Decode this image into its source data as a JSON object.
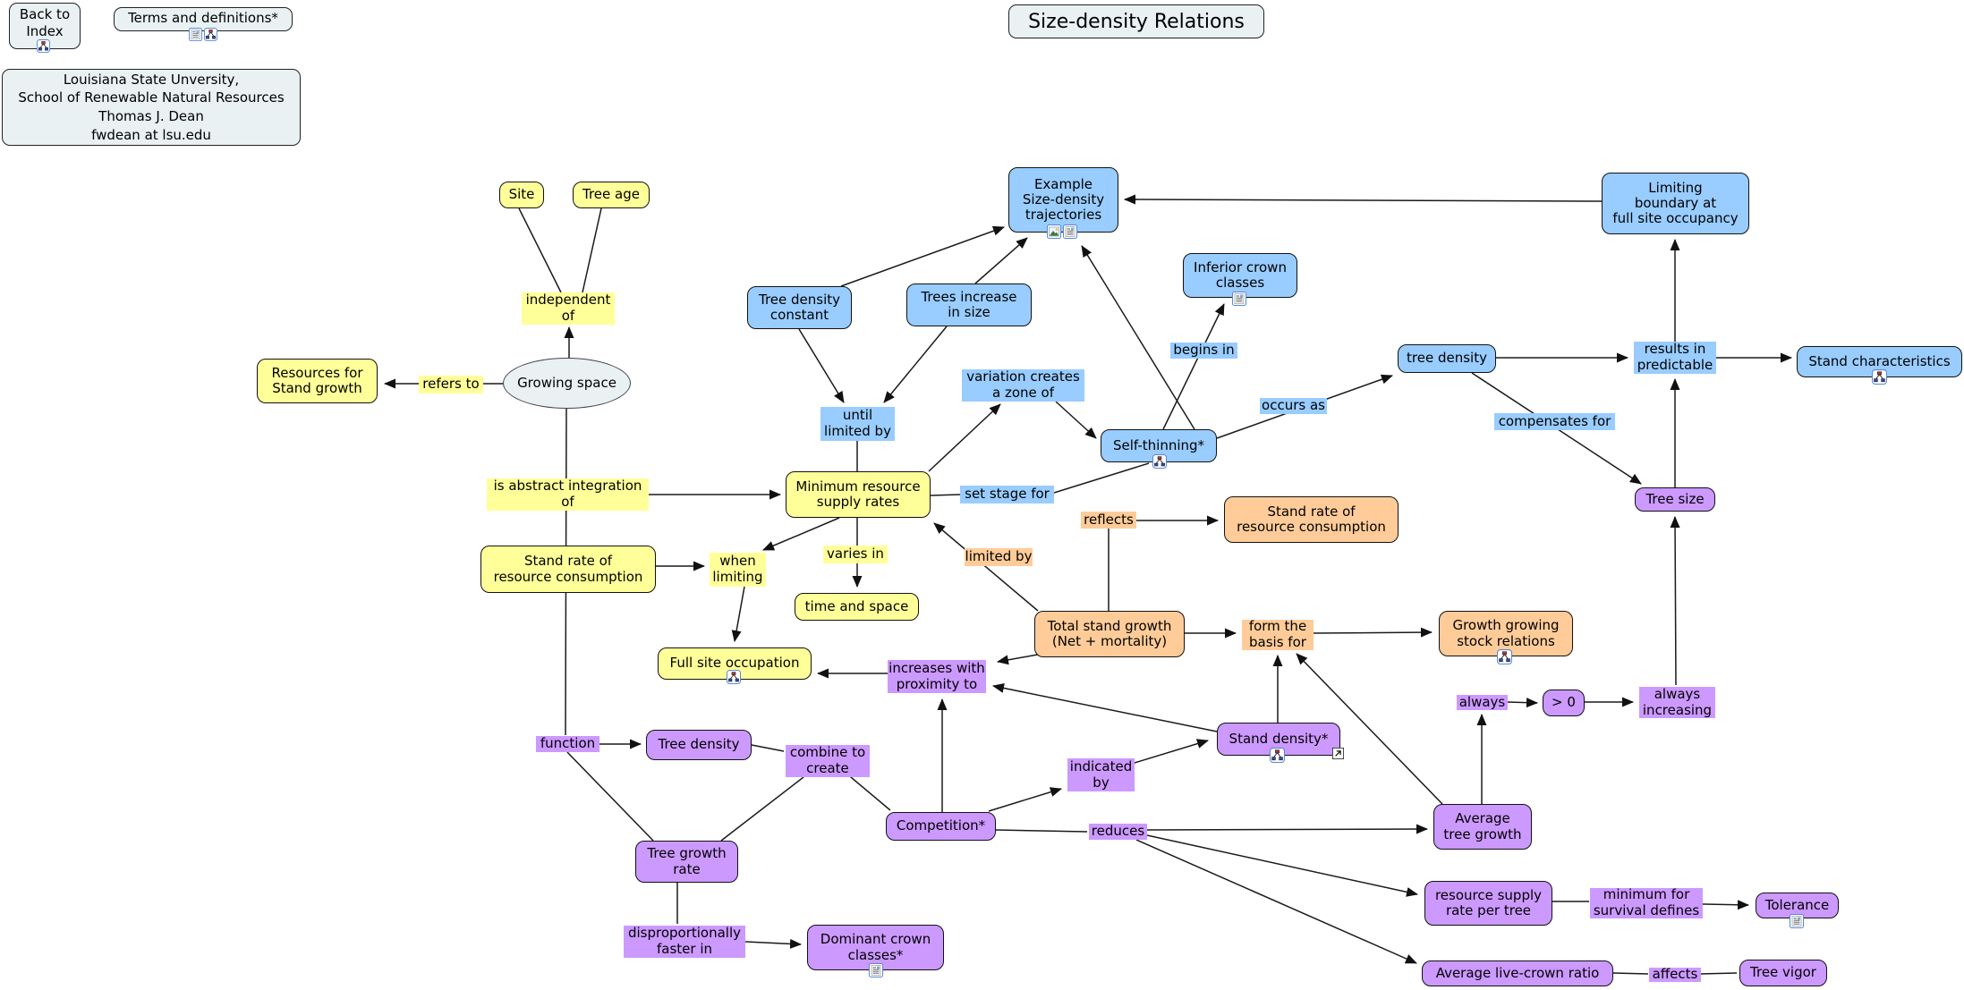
{
  "title": "Size-density Relations",
  "toolbar": {
    "back_to_index": "Back to\nIndex",
    "terms_and_definitions": "Terms and definitions*"
  },
  "credits": "Louisiana State Unversity,\nSchool of Renewable Natural Resources\nThomas J. Dean\nfwdean at lsu.edu",
  "colors": {
    "concept_yellow": "#FFFF99",
    "concept_blue": "#99CCFF",
    "concept_purple": "#CC99FF",
    "concept_orange": "#FFCC99",
    "panel_gray": "#E9F1F2",
    "line_black": "#1a1a1a"
  },
  "concepts": {
    "site": "Site",
    "tree_age": "Tree age",
    "growing_space": "Growing space",
    "resources_for_stand_growth": "Resources for\nStand growth",
    "minimum_resource_supply_rates": "Minimum resource\nsupply rates",
    "stand_rate_resource_consumption_yellow": "Stand rate of\nresource consumption",
    "time_and_space": "time and space",
    "full_site_occupation": "Full site occupation",
    "example_trajectories": "Example\nSize-density\ntrajectories",
    "tree_density_constant": "Tree density\nconstant",
    "trees_increase_in_size": "Trees increase\nin size",
    "inferior_crown_classes": "Inferior crown\nclasses",
    "self_thinning": "Self-thinning*",
    "tree_density_blue": "tree density",
    "stand_characteristics": "Stand characteristics",
    "limiting_boundary": "Limiting\nboundary at\nfull site occupancy",
    "tree_size": "Tree size",
    "stand_rate_resource_consumption_orange": "Stand rate of\nresource consumption",
    "total_stand_growth": "Total stand growth\n(Net + mortality)",
    "growth_growing_stock_relations": "Growth growing\nstock relations",
    "greater_than_zero": "> 0",
    "tree_density_purple": "Tree density",
    "tree_growth_rate": "Tree growth\nrate",
    "competition": "Competition*",
    "stand_density": "Stand density*",
    "average_tree_growth": "Average\ntree growth",
    "resource_supply_rate_per_tree": "resource supply\nrate per tree",
    "tolerance": "Tolerance",
    "average_live_crown_ratio": "Average live-crown ratio",
    "tree_vigor": "Tree vigor",
    "dominant_crown_classes": "Dominant crown\nclasses*"
  },
  "links": {
    "independent_of": "independent\nof",
    "refers_to": "refers to",
    "is_abstract_integration_of": "is abstract integration\nof",
    "when_limiting": "when\nlimiting",
    "varies_in": "varies in",
    "until_limited_by": "until\nlimited by",
    "variation_creates_zone": "variation creates\na zone of",
    "set_stage_for": "set stage for",
    "begins_in": "begins in",
    "occurs_as": "occurs as",
    "results_in_predictable": "results in\npredictable",
    "compensates_for": "compensates for",
    "reflects": "reflects",
    "limited_by": "limited by",
    "form_the_basis_for": "form the\nbasis for",
    "increases_with_proximity_to": "increases with\nproximity to",
    "function": "function",
    "combine_to_create": "combine to\ncreate",
    "indicated_by": "indicated\nby",
    "reduces": "reduces",
    "always": "always",
    "always_increasing": "always\nincreasing",
    "disproportionally_faster_in": "disproportionally\nfaster in",
    "minimum_for_survival_defines": "minimum for\nsurvival defines",
    "affects": "affects"
  },
  "resource_icons": {
    "back_to_index": [
      "concept-map"
    ],
    "terms_and_definitions": [
      "document",
      "concept-map"
    ],
    "example_trajectories": [
      "image",
      "document"
    ],
    "inferior_crown_classes": [
      "document"
    ],
    "self_thinning": [
      "concept-map"
    ],
    "stand_characteristics": [
      "concept-map"
    ],
    "full_site_occupation": [
      "concept-map"
    ],
    "growth_growing_stock_relations": [
      "concept-map"
    ],
    "stand_density": [
      "concept-map",
      "external-link"
    ],
    "tolerance": [
      "document"
    ],
    "dominant_crown_classes": [
      "document"
    ]
  }
}
